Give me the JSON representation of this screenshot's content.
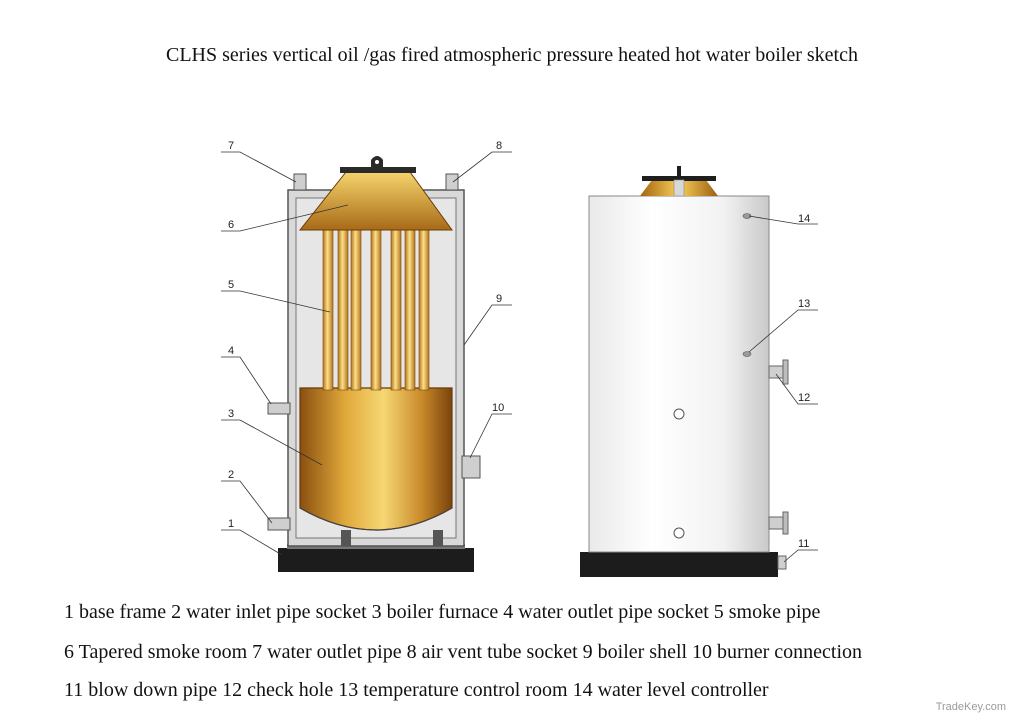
{
  "title": "CLHS series vertical oil /gas fired atmospheric pressure heated hot water boiler sketch",
  "callouts": {
    "c1": "1",
    "c2": "2",
    "c3": "3",
    "c4": "4",
    "c5": "5",
    "c6": "6",
    "c7": "7",
    "c8": "8",
    "c9": "9",
    "c10": "10",
    "c11": "11",
    "c12": "12",
    "c13": "13",
    "c14": "14"
  },
  "legend": {
    "line1": "1 base frame 2 water inlet pipe socket 3 boiler furnace  4 water outlet pipe socket  5 smoke pipe",
    "line2": "6 Tapered smoke room 7 water outlet pipe 8  air vent tube socket 9 boiler shell 10 burner connection",
    "line3": "11 blow down pipe 12 check hole 13 temperature control room  14 water level controller"
  },
  "watermark": "TradeKey.com",
  "colors": {
    "gold_light": "#f3cf63",
    "gold_dark": "#9a5c12",
    "shell_gray": "#dcdcdc",
    "base_black": "#1a1a1a"
  }
}
